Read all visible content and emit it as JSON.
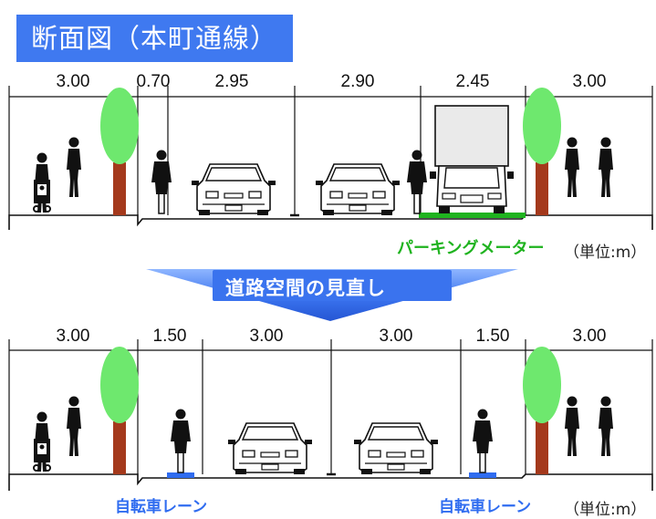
{
  "title": "断面図（本町通線）",
  "before": {
    "dimensions": [
      "3.00",
      "0.70",
      "2.95",
      "2.90",
      "2.45",
      "3.00"
    ],
    "parking_label": "パーキングメーター",
    "unit": "（単位:m）"
  },
  "banner": "道路空間の見直し",
  "after": {
    "dimensions": [
      "3.00",
      "1.50",
      "3.00",
      "3.00",
      "1.50",
      "3.00"
    ],
    "bike_lane_left": "自転車レーン",
    "bike_lane_right": "自転車レーン",
    "unit": "（単位:m）"
  },
  "colors": {
    "title_bg": "#3f79f0",
    "parking": "#1fb31f",
    "bike_lane": "#2f6cf0",
    "tree_foliage": "#6ee86e",
    "tree_trunk": "#a4391c"
  }
}
